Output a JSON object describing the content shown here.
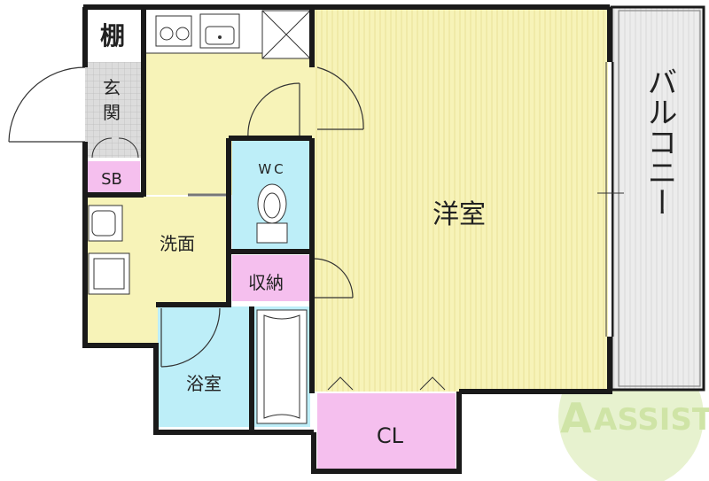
{
  "rooms": {
    "shelf": "棚",
    "entrance_1": "玄",
    "entrance_2": "関",
    "shoe_box": "SB",
    "wc": "WC",
    "washroom": "洗面",
    "storage": "収納",
    "bathroom": "浴室",
    "western_room": "洋室",
    "closet": "CL",
    "balcony": "バルコニー"
  },
  "watermark": {
    "logo": "ASSIST"
  },
  "colors": {
    "kitchen": "#f7f3b8",
    "western_room": "#f7f3b8",
    "washroom": "#f7f3b8",
    "wc": "#bdeef8",
    "bathroom": "#bdeef8",
    "shoe_box": "#f5bfee",
    "storage": "#f5bfee",
    "closet": "#f5bfee",
    "entrance": "#d9d9d9",
    "balcony": "#e8e8e8",
    "wall": "#1a1a1a"
  }
}
